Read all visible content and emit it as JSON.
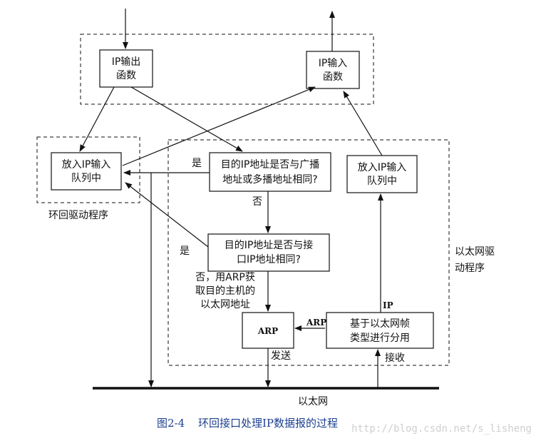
{
  "boxes": {
    "ip_output": [
      "IP输出",
      "函数"
    ],
    "ip_input": [
      "IP输入",
      "函数"
    ],
    "loopback_queue": [
      "放入IP输入",
      "队列中"
    ],
    "eth_queue": [
      "放入IP输入",
      "队列中"
    ],
    "check_broadcast": [
      "目的IP地址是否与广播",
      "地址或多播地址相同?"
    ],
    "check_interface": [
      "目的IP地址是否与接",
      "口IP地址相同?"
    ],
    "arp": "ARP",
    "demux": [
      "基于以太网帧",
      "类型进行分用"
    ]
  },
  "labels": {
    "loopback_driver": "环回驱动程序",
    "ethernet_driver": [
      "以太网驱",
      "动程序"
    ],
    "yes_broadcast": "是",
    "no_broadcast": "否",
    "yes_interface": "是",
    "no_interface": [
      "否，用ARP获",
      "取目的主机的",
      "以太网地址"
    ],
    "arp_edge": "ARP",
    "ip_edge": "IP",
    "send": "发送",
    "receive": "接收",
    "ethernet": "以太网"
  },
  "caption": {
    "figure_no": "图2-4",
    "title": "环回接口处理IP数据报的过程"
  },
  "watermark": "http://blog.csdn.net/s_lisheng"
}
